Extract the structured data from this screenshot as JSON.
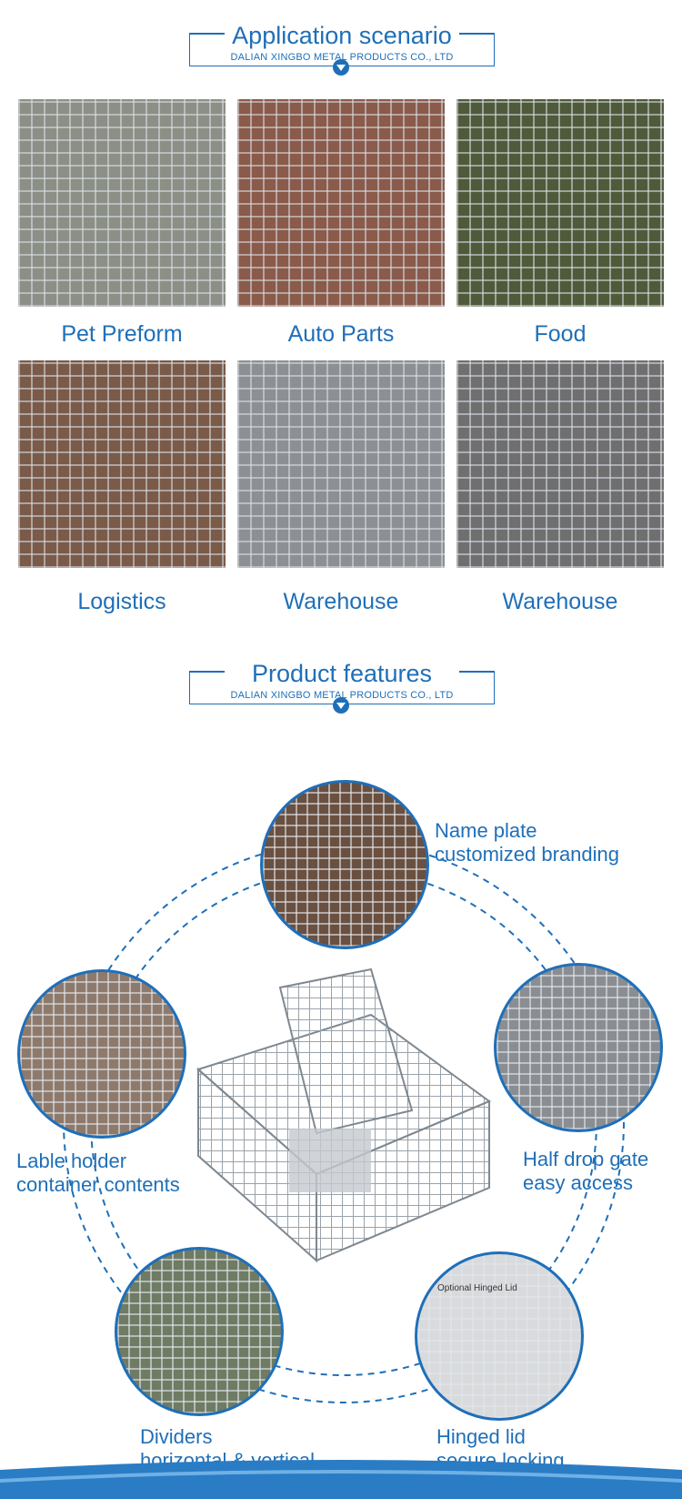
{
  "section_application": {
    "title": "Application scenario",
    "subtitle": "DALIAN XINGBO METAL PRODUCTS CO., LTD"
  },
  "scenarios": [
    {
      "label": "Pet Preform",
      "tone": "#8c8f86"
    },
    {
      "label": "Auto Parts",
      "tone": "#8a5a4a"
    },
    {
      "label": "Food",
      "tone": "#4f5a3a"
    },
    {
      "label": "Logistics",
      "tone": "#7a5a48"
    },
    {
      "label": "Warehouse",
      "tone": "#8c9094"
    },
    {
      "label": "Warehouse",
      "tone": "#6f6f70"
    }
  ],
  "section_features": {
    "title": "Product features",
    "subtitle": "DALIAN XINGBO METAL PRODUCTS CO., LTD"
  },
  "features": [
    {
      "line1": "Name plate",
      "line2": "customized branding",
      "tone": "#6a5040"
    },
    {
      "line1": "Lable holder",
      "line2": "container contents",
      "tone": "#8e7a6c"
    },
    {
      "line1": "Half drop gate",
      "line2": "easy access",
      "tone": "#8a8e92"
    },
    {
      "line1": "Dividers",
      "line2": "horizontal & vertical",
      "tone": "#6f7b63"
    },
    {
      "line1": "Hinged lid",
      "line2": "secure locking",
      "tone": "#d8dadc"
    }
  ],
  "hinged_callout": "Optional Hinged Lid",
  "colors": {
    "accent": "#1f6fb8"
  }
}
